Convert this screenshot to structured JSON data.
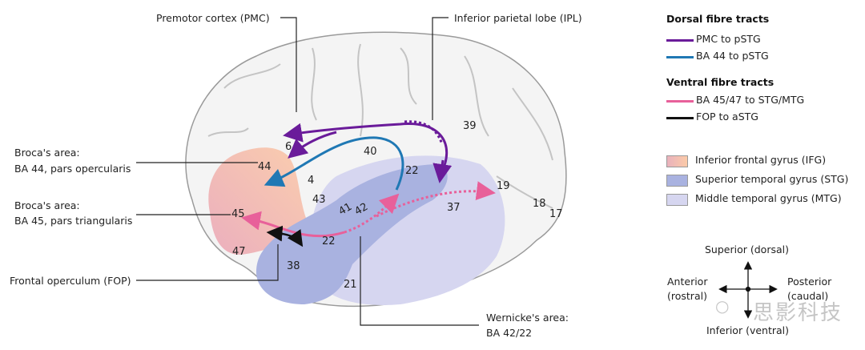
{
  "labels": {
    "pmc": "Premotor cortex (PMC)",
    "ipl": "Inferior parietal lobe (IPL)",
    "broca44": [
      "Broca's area:",
      "BA 44, pars opercularis"
    ],
    "broca45": [
      "Broca's area:",
      "BA 45, pars triangularis"
    ],
    "fop": "Frontal operculum (FOP)",
    "wernicke": [
      "Wernicke's area:",
      "BA 42/22"
    ]
  },
  "brodmann_areas": [
    "6",
    "44",
    "4",
    "40",
    "39",
    "43",
    "41",
    "42",
    "22",
    "45",
    "22",
    "47",
    "38",
    "21",
    "37",
    "19",
    "18",
    "17"
  ],
  "legend": {
    "dorsal_title": "Dorsal fibre tracts",
    "dorsal": [
      {
        "label": "PMC to pSTG",
        "color": "#6a1b9a"
      },
      {
        "label": "BA 44 to pSTG",
        "color": "#1f78b4"
      }
    ],
    "ventral_title": "Ventral fibre tracts",
    "ventral": [
      {
        "label": "BA 45/47 to STG/MTG",
        "color": "#e8609a"
      },
      {
        "label": "FOP to aSTG",
        "color": "#111111"
      }
    ],
    "regions": [
      {
        "label": "Inferior frontal gyrus (IFG)",
        "color": "#f5c0a8"
      },
      {
        "label": "Superior temporal gyrus (STG)",
        "color": "#a9b2e0"
      },
      {
        "label": "Middle temporal gyrus (MTG)",
        "color": "#d6d6f0"
      }
    ]
  },
  "compass": {
    "up": "Superior (dorsal)",
    "down": "Inferior (ventral)",
    "left": [
      "Anterior",
      "(rostral)"
    ],
    "right": [
      "Posterior",
      "(caudal)"
    ]
  },
  "watermark": "思影科技"
}
